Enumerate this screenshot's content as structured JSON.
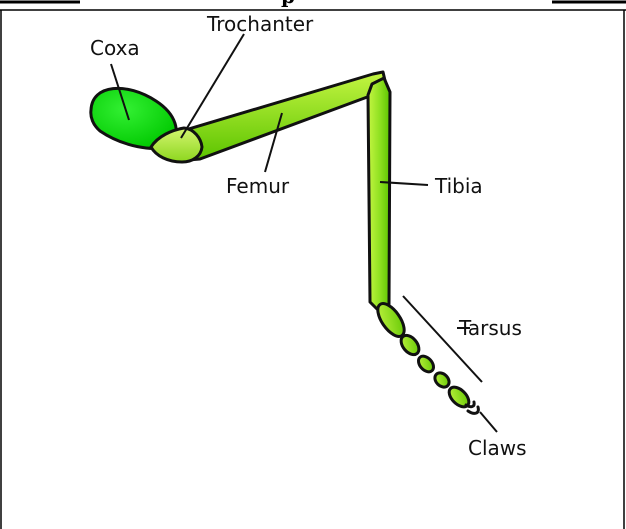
{
  "header": {
    "title_fragment": "p"
  },
  "labels": {
    "coxa": "Coxa",
    "trochanter": "Trochanter",
    "femur": "Femur",
    "tibia": "Tibia",
    "tarsus": "Tarsus",
    "claws": "Claws"
  },
  "colors": {
    "segment_light": "#c4f542",
    "segment_dark": "#5cc400",
    "coxa_light": "#33f033",
    "coxa_dark": "#00c800",
    "outline": "#111111"
  }
}
